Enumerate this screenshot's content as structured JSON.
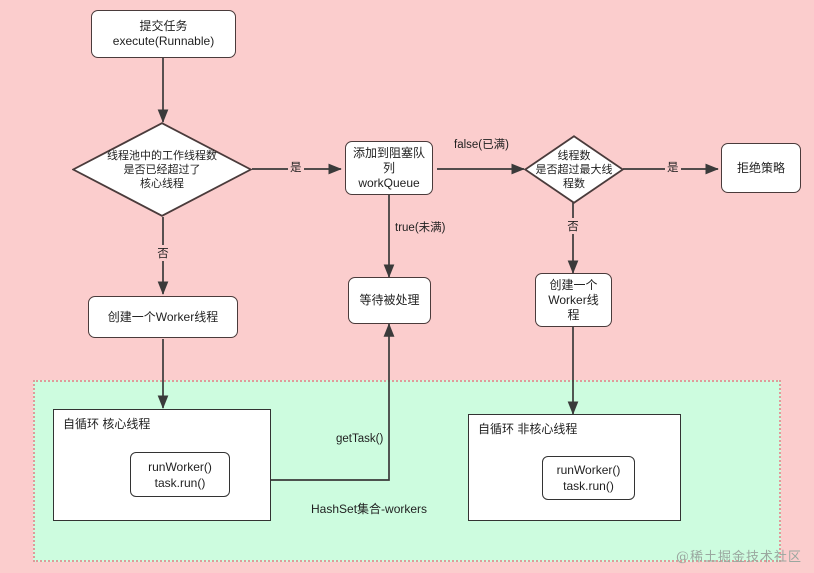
{
  "colors": {
    "background_pink": "#fbcdcd",
    "region_green": "#cdfcdf",
    "node_fill": "#ffffff",
    "node_stroke": "#4a3b3b",
    "edge_stroke": "#3a3a3a",
    "watermark_text": "#9aa79f"
  },
  "nodes": {
    "submit_task": {
      "line1": "提交任务",
      "line2": "execute(Runnable)"
    },
    "decision_core": {
      "line1": "线程池中的工作线程数",
      "line2": "是否已经超过了",
      "line3": "核心线程"
    },
    "add_to_queue": {
      "line1": "添加到阻塞队",
      "line2": "列",
      "line3": "workQueue"
    },
    "decision_max": {
      "line1": "线程数",
      "line2": "是否超过最大线",
      "line3": "程数"
    },
    "reject_policy": {
      "line1": "拒绝策略"
    },
    "create_worker_left": {
      "line1": "创建一个Worker线程"
    },
    "wait_process": {
      "line1": "等待被处理"
    },
    "create_worker_right": {
      "line1": "创建一个",
      "line2": "Worker线",
      "line3": "程"
    },
    "group_core": {
      "title": "自循环  核心线程",
      "inner_line1": "runWorker()",
      "inner_line2": "task.run()"
    },
    "group_noncore": {
      "title": "自循环  非核心线程",
      "inner_line1": "runWorker()",
      "inner_line2": "task.run()"
    }
  },
  "edge_labels": {
    "yes_to_queue": "是",
    "queue_full_false": "false(已满)",
    "queue_not_full_true": "true(未满)",
    "no_to_create_worker": "否",
    "yes_to_reject": "是",
    "no_to_create_worker_right": "否",
    "get_task": "getTask()"
  },
  "captions": {
    "workers_set": "HashSet集合-workers"
  },
  "watermark": {
    "text": "@稀土掘金技术社区"
  }
}
